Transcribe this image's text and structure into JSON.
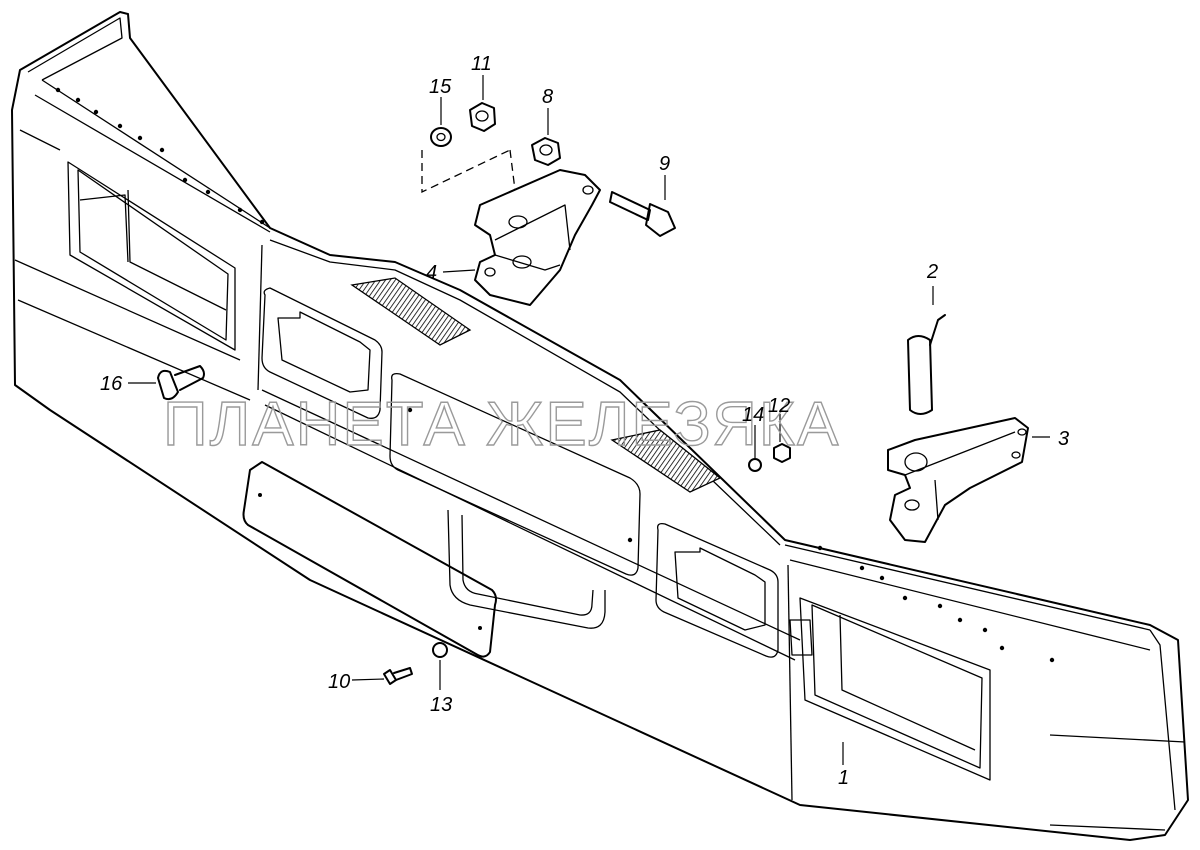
{
  "watermark": "ПЛАНЕТА ЖЕЛЕЗЯКА",
  "callouts": {
    "c1": "1",
    "c2": "2",
    "c3": "3",
    "c4": "4",
    "c8": "8",
    "c9": "9",
    "c10": "10",
    "c11": "11",
    "c12": "12",
    "c13": "13",
    "c14": "14",
    "c15": "15",
    "c16": "16"
  }
}
